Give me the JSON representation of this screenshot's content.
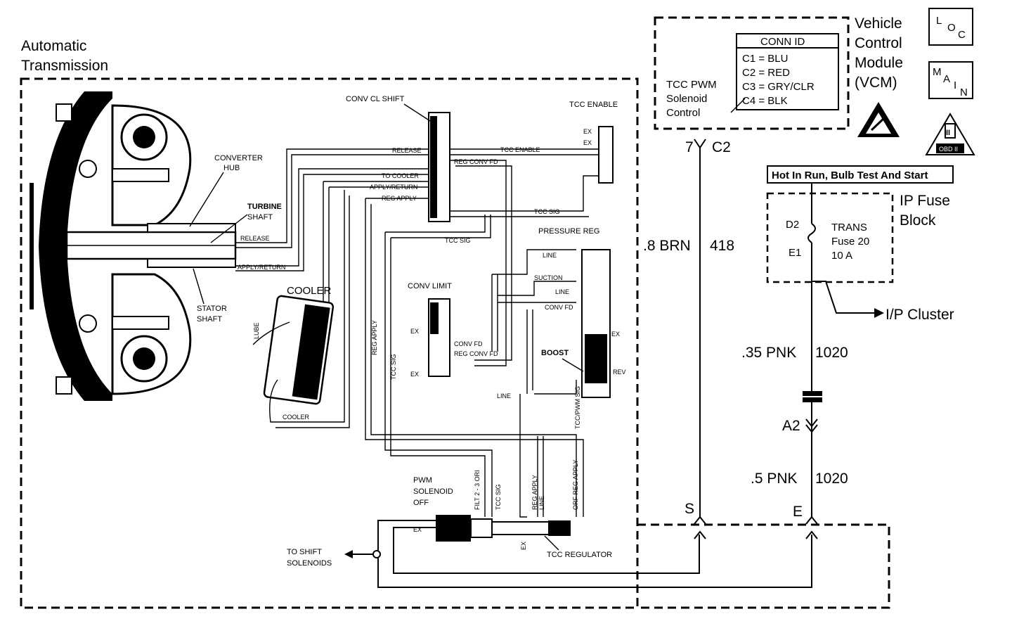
{
  "transmission": {
    "title_line1": "Automatic",
    "title_line2": "Transmission",
    "converter_hub_1": "CONVERTER",
    "converter_hub_2": "HUB",
    "turbine_1": "TURBINE",
    "turbine_2": "SHAFT",
    "stator_1": "STATOR",
    "stator_2": "SHAFT",
    "release": "RELEASE",
    "apply_return": "APPLY/RETURN",
    "cooler": "COOLER",
    "lube": "LUBE",
    "cooler_line": "COOLER"
  },
  "valves": {
    "conv_cl_shift": "CONV CL SHIFT",
    "release": "RELEASE",
    "to_cooler": "TO COOLER",
    "apply_return": "APPLY/RETURN",
    "reg_apply": "REG APPLY",
    "reg_conv_fd": "REG CONV FD",
    "tcc_enable_label": "TCC ENABLE",
    "tcc_enable_line": "TCC ENABLE",
    "ex": "EX",
    "tcc_sig": "TCC SIG",
    "pressure_reg": "PRESSURE REG",
    "line": "LINE",
    "suction": "SUCTION",
    "conv_fd": "CONV FD",
    "conv_limit": "CONV LIMIT",
    "reg_conv_fd_2": "REG CONV FD",
    "boost": "BOOST",
    "rev": "REV",
    "tcc_pwm_sig": "TCC/PWM SIG",
    "reg_apply_vert": "REG APPLY",
    "pwm_1": "PWM",
    "pwm_2": "SOLENOID",
    "pwm_3": "OFF",
    "filt": "FILT 2 - 3 ORI",
    "tcc_sig_vert": "TCC SIG",
    "reg_apply_line": "REG APPLY",
    "line_vert": "LINE",
    "orf_reg_apply": "ORF REG APPLY",
    "tcc_regulator": "TCC REGULATOR",
    "to_shift_1": "TO SHIFT",
    "to_shift_2": "SOLENOIDS"
  },
  "vcm": {
    "title_1": "Vehicle",
    "title_2": "Control",
    "title_3": "Module",
    "title_4": "(VCM)",
    "tcc_1": "TCC PWM",
    "tcc_2": "Solenoid",
    "tcc_3": "Control",
    "conn_header": "CONN ID",
    "conn_rows": [
      "C1 = BLU",
      "C2 = RED",
      "C3 = GRY/CLR",
      "C4 = BLK"
    ],
    "pin": "7",
    "conn": "C2"
  },
  "badges": {
    "loc": [
      "L",
      "O",
      "C"
    ],
    "main": [
      "M",
      "A",
      "I",
      "N"
    ],
    "obd": "OBD II",
    "obd_roman": "II"
  },
  "fuse": {
    "hot_label": "Hot In Run, Bulb Test And Start",
    "block_1": "IP Fuse",
    "block_2": "Block",
    "d2": "D2",
    "e1": "E1",
    "trans": "TRANS",
    "fuse_num": "Fuse 20",
    "amps": "10 A",
    "cluster": "I/P Cluster"
  },
  "wires": {
    "brn_gauge": ".8 BRN",
    "brn_circuit": "418",
    "pnk1_gauge": ".35 PNK",
    "pnk1_circuit": "1020",
    "connector": "A2",
    "pnk2_gauge": ".5 PNK",
    "pnk2_circuit": "1020",
    "s": "S",
    "e": "E"
  }
}
